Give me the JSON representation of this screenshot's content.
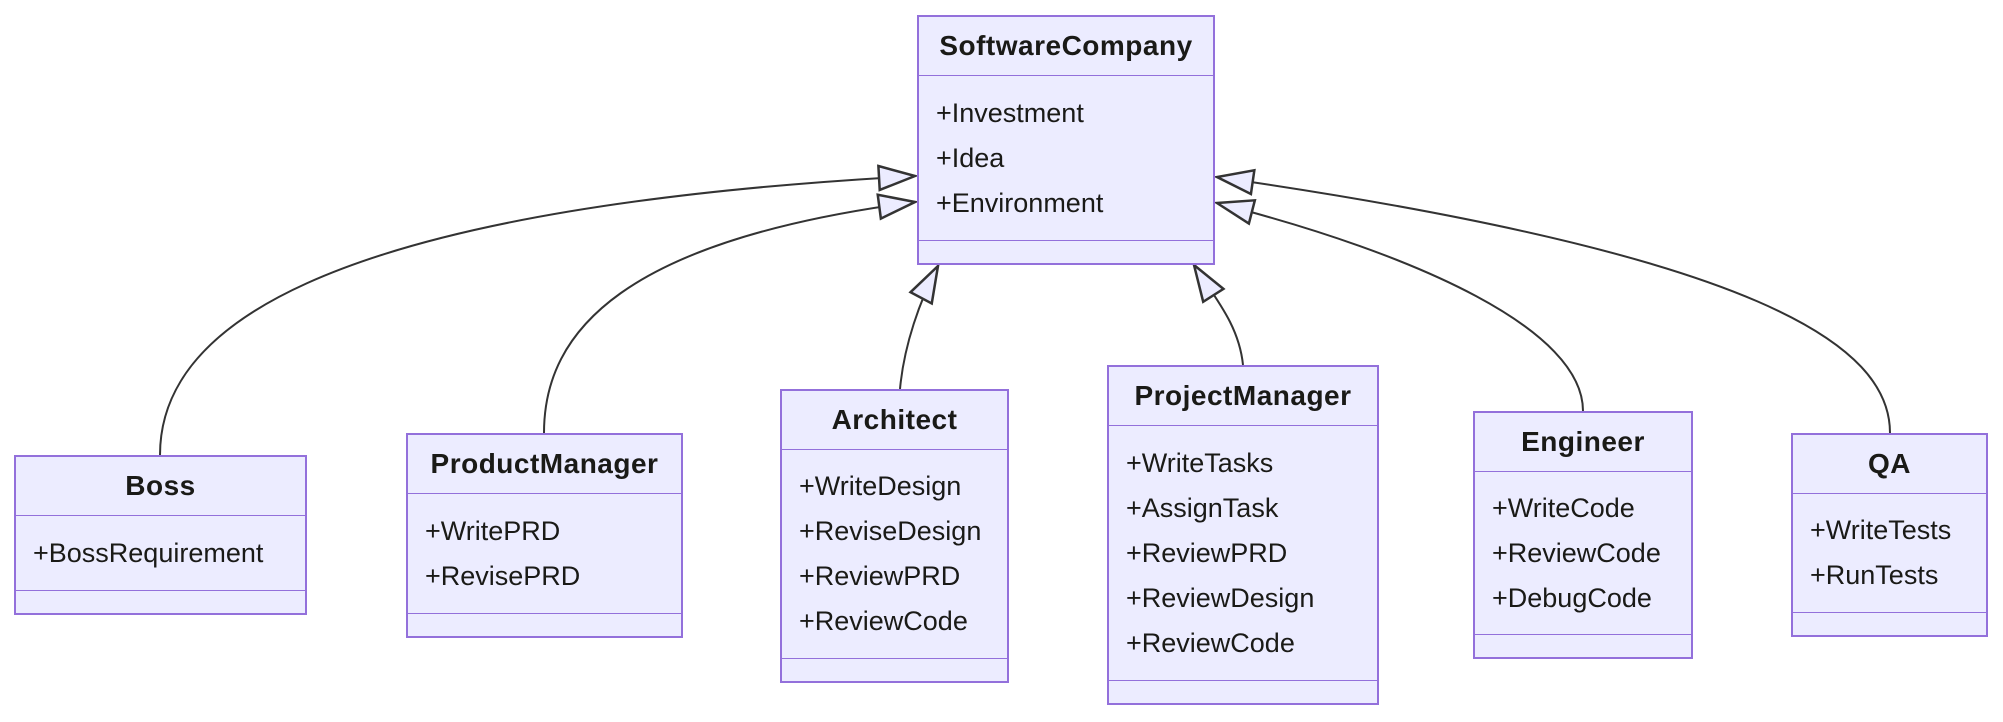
{
  "diagram_type": "uml-class-diagram",
  "colors": {
    "background": "#FFFFFF",
    "node_fill": "#ECECFF",
    "node_border": "#9370DB",
    "edge_line": "#333333",
    "text": "#1A1A17"
  },
  "classes": {
    "softwarecompany": {
      "name": "SoftwareCompany",
      "members": [
        "+Investment",
        "+Idea",
        "+Environment"
      ]
    },
    "boss": {
      "name": "Boss",
      "members": [
        "+BossRequirement"
      ]
    },
    "productmanager": {
      "name": "ProductManager",
      "members": [
        "+WritePRD",
        "+RevisePRD"
      ]
    },
    "architect": {
      "name": "Architect",
      "members": [
        "+WriteDesign",
        "+ReviseDesign",
        "+ReviewPRD",
        "+ReviewCode"
      ]
    },
    "projectmanager": {
      "name": "ProjectManager",
      "members": [
        "+WriteTasks",
        "+AssignTask",
        "+ReviewPRD",
        "+ReviewDesign",
        "+ReviewCode"
      ]
    },
    "engineer": {
      "name": "Engineer",
      "members": [
        "+WriteCode",
        "+ReviewCode",
        "+DebugCode"
      ]
    },
    "qa": {
      "name": "QA",
      "members": [
        "+WriteTests",
        "+RunTests"
      ]
    }
  },
  "relationships": [
    {
      "from": "Boss",
      "to": "SoftwareCompany",
      "kind": "inheritance"
    },
    {
      "from": "ProductManager",
      "to": "SoftwareCompany",
      "kind": "inheritance"
    },
    {
      "from": "Architect",
      "to": "SoftwareCompany",
      "kind": "inheritance"
    },
    {
      "from": "ProjectManager",
      "to": "SoftwareCompany",
      "kind": "inheritance"
    },
    {
      "from": "Engineer",
      "to": "SoftwareCompany",
      "kind": "inheritance"
    },
    {
      "from": "QA",
      "to": "SoftwareCompany",
      "kind": "inheritance"
    }
  ]
}
